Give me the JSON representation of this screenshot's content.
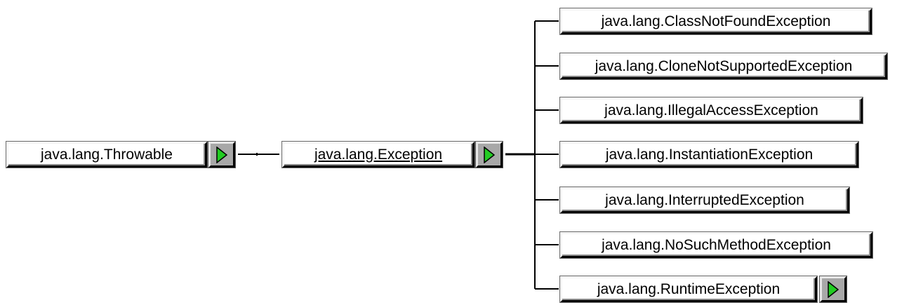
{
  "root": {
    "label": "java.lang.Throwable",
    "expander_icon": "expand-arrow-icon"
  },
  "current": {
    "label": "java.lang.Exception",
    "expander_icon": "expand-arrow-icon"
  },
  "children": [
    {
      "label": "java.lang.ClassNotFoundException"
    },
    {
      "label": "java.lang.CloneNotSupportedException"
    },
    {
      "label": "java.lang.IllegalAccessException"
    },
    {
      "label": "java.lang.InstantiationException"
    },
    {
      "label": "java.lang.InterruptedException"
    },
    {
      "label": "java.lang.NoSuchMethodException"
    },
    {
      "label": "java.lang.RuntimeException",
      "expander_icon": "expand-arrow-icon"
    }
  ],
  "colors": {
    "arrow_fill": "#22cc22",
    "button_face": "#a8a8a8",
    "line": "#000000"
  }
}
